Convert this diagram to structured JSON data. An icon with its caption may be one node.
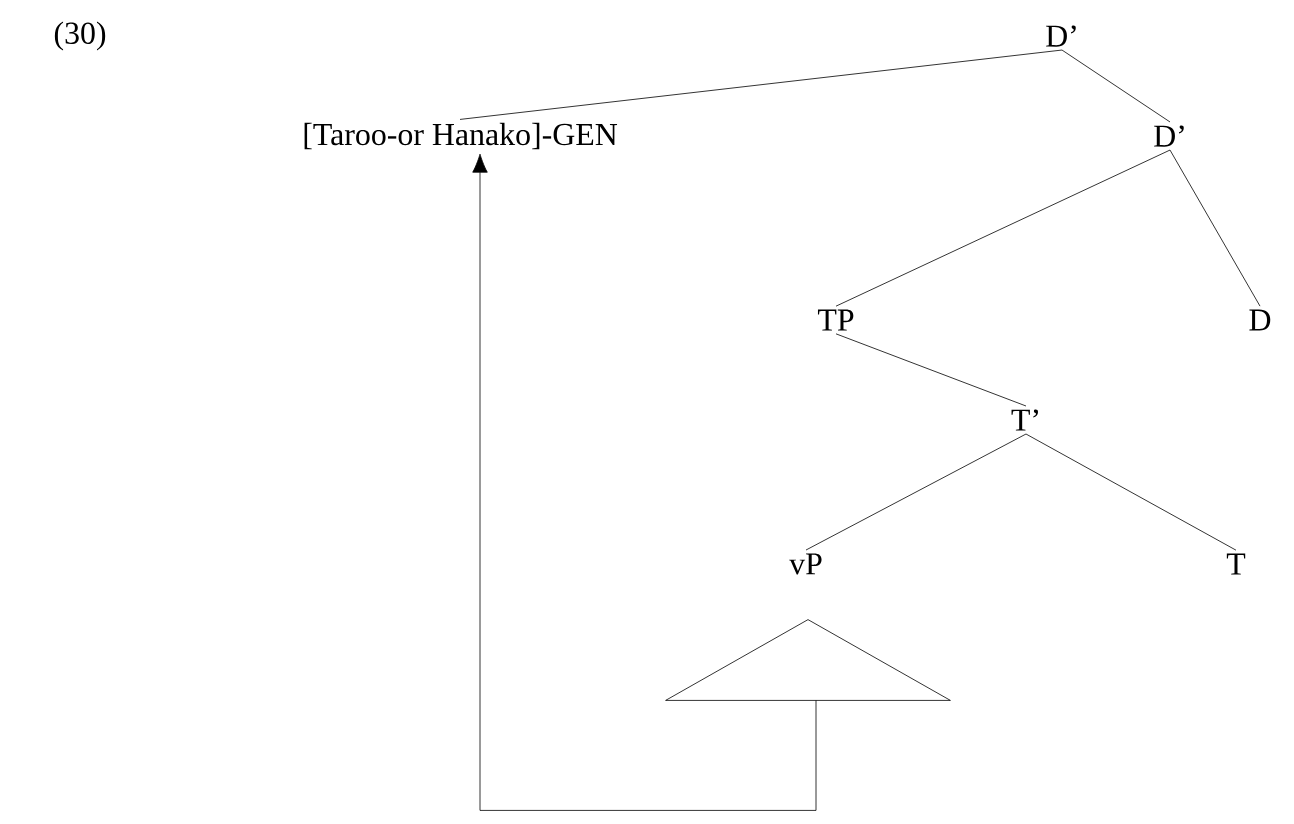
{
  "diagram": {
    "nodes": [
      {
        "text": [
          "D’"
        ]
      },
      {
        "text": [
          "[Taroo-or Hanako]-GEN"
        ]
      },
      {
        "text": [
          "D’"
        ]
      },
      {
        "text": [
          "TP"
        ]
      },
      {
        "text": [
          "D"
        ]
      },
      {
        "text": [
          "T’"
        ]
      },
      {
        "text": [
          "vP"
        ]
      },
      {
        "text": [
          "T"
        ]
      },
      {
        "text": [],
        "shape": "triangle"
      }
    ],
    "edges": [
      {
        "from": 0,
        "to": 1,
        "arrow": "none"
      },
      {
        "from": 0,
        "to": 2,
        "arrow": "none"
      },
      {
        "from": 2,
        "to": 3,
        "arrow": "none"
      },
      {
        "from": 2,
        "to": 4,
        "arrow": "none"
      },
      {
        "from": 3,
        "to": 5,
        "arrow": "none"
      },
      {
        "from": 5,
        "to": 6,
        "arrow": "none"
      },
      {
        "from": 5,
        "to": 7,
        "arrow": "none"
      },
      {
        "from": 8,
        "to": 1,
        "arrow": "to"
      }
    ],
    "labels": [
      "(30)"
    ]
  }
}
